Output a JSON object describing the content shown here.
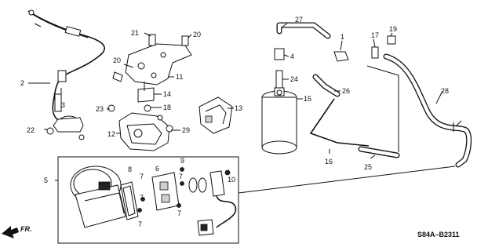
{
  "callouts": {
    "c1": "1",
    "c2": "2",
    "c3": "3",
    "c4": "4",
    "c5": "5",
    "c6": "6",
    "c7a": "7",
    "c7b": "7",
    "c7c": "7",
    "c7d": "7",
    "c7e": "7",
    "c8": "8",
    "c9": "9",
    "c10": "10",
    "c11": "11",
    "c12": "12",
    "c13": "13",
    "c14": "14",
    "c15": "15",
    "c16": "16",
    "c17": "17",
    "c18": "18",
    "c19": "19",
    "c20a": "20",
    "c20b": "20",
    "c21": "21",
    "c22": "22",
    "c23": "23",
    "c24": "24",
    "c25": "25",
    "c26": "26",
    "c27": "27",
    "c28": "28",
    "c29": "29"
  },
  "diagram_code": "S84A–B2311",
  "direction_label": "FR.",
  "colors": {
    "ink": "#111111",
    "background": "#ffffff",
    "fill_grey": "#cfcfcf"
  }
}
